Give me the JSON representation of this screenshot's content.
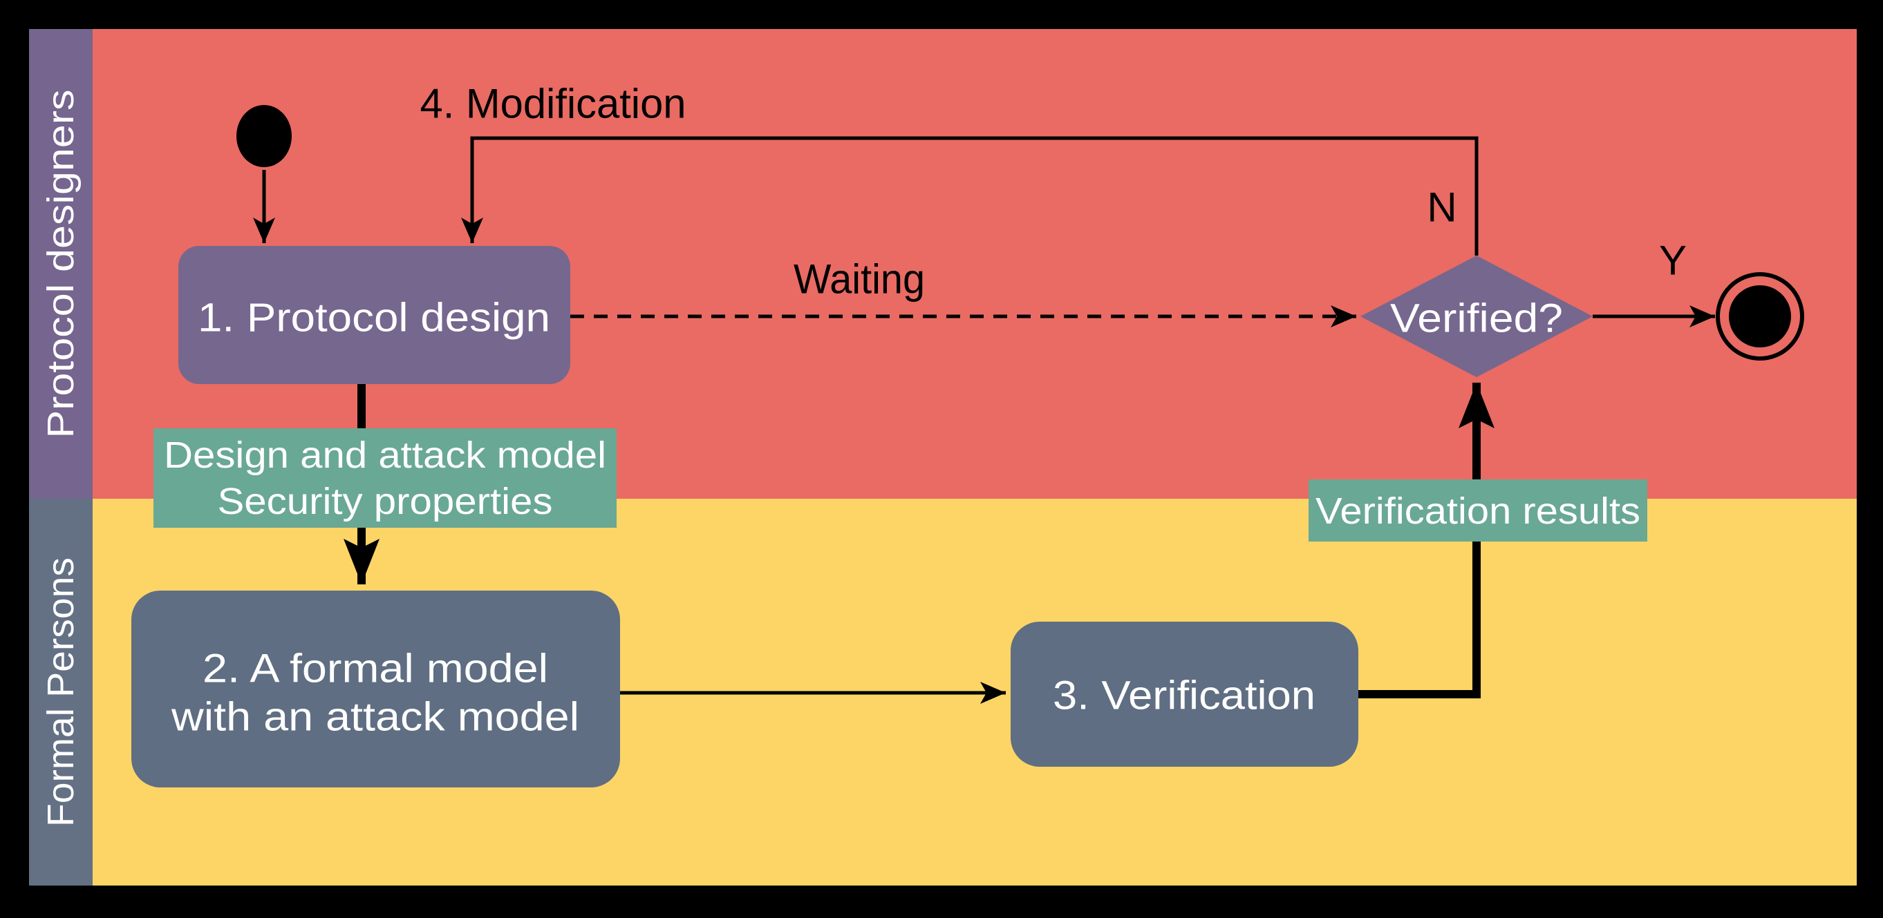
{
  "canvas": {
    "background": "#000000"
  },
  "lanes": [
    {
      "label": "Protocol designers",
      "strip_color": "#75658f",
      "body_color": "#e96b63"
    },
    {
      "label": "Formal Persons",
      "strip_color": "#647185",
      "body_color": "#fcd566"
    }
  ],
  "nodes": {
    "protocol_design": {
      "label": "1. Protocol design",
      "fill": "#76678f"
    },
    "formal_model": {
      "line1": "2. A formal model",
      "line2": "with an attack model",
      "fill": "#5f6e82"
    },
    "verification": {
      "label": "3. Verification",
      "fill": "#5f6e82"
    },
    "verified": {
      "label": "Verified?",
      "fill": "#76678f"
    },
    "start_color": "#000000",
    "end_color": "#000000"
  },
  "edge_labels": {
    "modification": "4. Modification",
    "waiting": "Waiting",
    "no": "N",
    "yes": "Y",
    "design_attack": {
      "line1": "Design and attack model",
      "line2": "Security properties",
      "fill": "#69a894"
    },
    "verification_results": {
      "text": "Verification results",
      "fill": "#69a894"
    }
  }
}
